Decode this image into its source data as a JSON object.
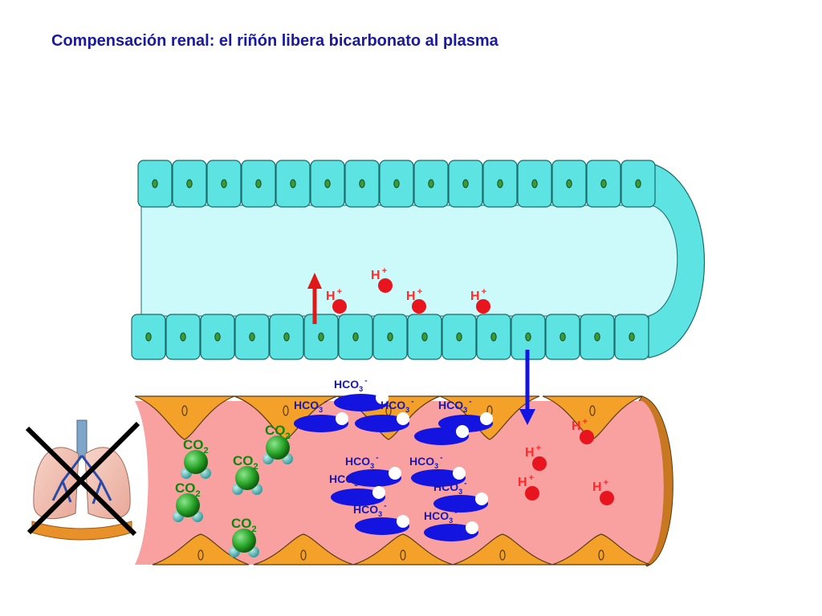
{
  "title": "Compensación renal: el riñón libera bicarbonato al plasma",
  "labels": {
    "h_plus": "H",
    "h_plus_sup": "+",
    "hco3": "HCO",
    "hco3_sub": "3",
    "hco3_sup": "-",
    "co2": "CO",
    "co2_sub": "2",
    "nucleus": "0"
  },
  "colors": {
    "title": "#1a1aa0",
    "tubule_cell": "#5ee3e3",
    "tubule_lumen": "#ccfafa",
    "plasma": "#f9a0a0",
    "endothelial": "#f4a12a",
    "h_ion": "#e8141e",
    "h_label": "#ff2a2a",
    "bicarbonate": "#1414e0",
    "bicarbonate_label": "#1818b8",
    "co2_molecule": "#2aa82a",
    "co2_label": "#0a8a0a",
    "arrow_up": "#e01818",
    "arrow_down": "#1414e0",
    "cross": "#000000"
  },
  "icons": {
    "lungs": "lungs-icon",
    "cross": "cross-out-icon"
  }
}
